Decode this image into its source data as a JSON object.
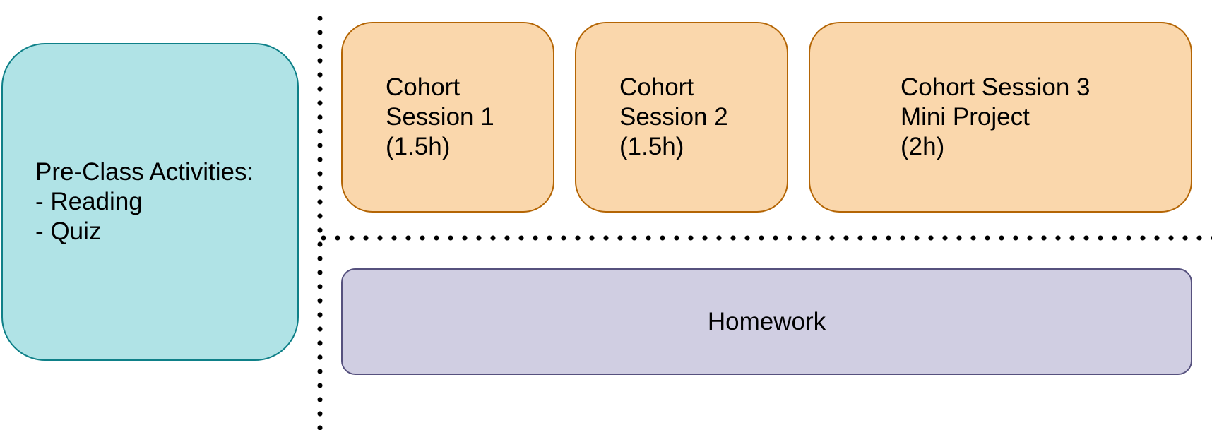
{
  "pre_class": {
    "label": "Pre-Class Activities:\n- Reading\n- Quiz",
    "fill": "#b0e3e6",
    "stroke": "#0e8088"
  },
  "sessions": [
    {
      "label": "Cohort\nSession 1\n(1.5h)",
      "fill": "#fad7ac",
      "stroke": "#b46504"
    },
    {
      "label": "Cohort\nSession 2\n(1.5h)",
      "fill": "#fad7ac",
      "stroke": "#b46504"
    },
    {
      "label": "Cohort Session 3\nMini Project\n(2h)",
      "fill": "#fad7ac",
      "stroke": "#b46504"
    }
  ],
  "homework": {
    "label": "Homework",
    "fill": "#d0cee2",
    "stroke": "#56517e"
  },
  "divider_style": "dotted"
}
